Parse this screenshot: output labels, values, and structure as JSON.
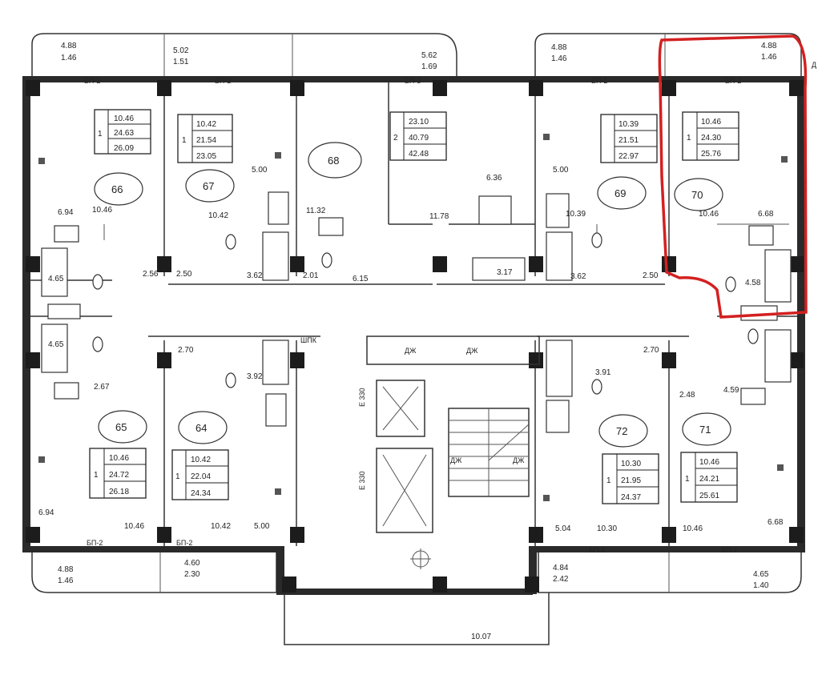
{
  "highlight_color": "#d42020",
  "balconies": {
    "top_left_a": {
      "top": "4.88",
      "bottom": "1.46"
    },
    "top_left_b": {
      "top": "5.02",
      "bottom": "1.51"
    },
    "top_mid": {
      "top": "5.62",
      "bottom": "1.69"
    },
    "top_right_a": {
      "top": "4.88",
      "bottom": "1.46"
    },
    "top_right_b": {
      "top": "4.88",
      "bottom": "1.46"
    },
    "bot_left_a": {
      "top": "4.88",
      "bottom": "1.46"
    },
    "bot_left_b": {
      "top": "4.60",
      "bottom": "2.30"
    },
    "bot_right_a": {
      "top": "4.84",
      "bottom": "2.42"
    },
    "bot_right_b": {
      "top": "4.65",
      "bottom": "1.40"
    }
  },
  "apartments": [
    {
      "number": "66",
      "rooms": "1",
      "kitchen": "10.46",
      "living": "24.63",
      "total": "26.09"
    },
    {
      "number": "67",
      "rooms": "1",
      "kitchen": "10.42",
      "living": "21.54",
      "total": "23.05"
    },
    {
      "number": "68",
      "rooms": "2",
      "kitchen": "23.10",
      "living": "40.79",
      "total": "42.48"
    },
    {
      "number": "69",
      "rooms": "",
      "kitchen": "10.39",
      "living": "21.51",
      "total": "22.97"
    },
    {
      "number": "70",
      "rooms": "1",
      "kitchen": "10.46",
      "living": "24.30",
      "total": "25.76"
    },
    {
      "number": "65",
      "rooms": "1",
      "kitchen": "10.46",
      "living": "24.72",
      "total": "26.18"
    },
    {
      "number": "64",
      "rooms": "1",
      "kitchen": "10.42",
      "living": "22.04",
      "total": "24.34"
    },
    {
      "number": "72",
      "rooms": "1",
      "kitchen": "10.30",
      "living": "21.95",
      "total": "24.37"
    },
    {
      "number": "71",
      "rooms": "1",
      "kitchen": "10.46",
      "living": "24.21",
      "total": "25.61"
    }
  ],
  "room_areas": {
    "a1": "6.94",
    "a2": "10.46",
    "a3": "10.42",
    "a4": "5.00",
    "a5": "11.32",
    "a6": "6.36",
    "a7": "11.78",
    "a8": "5.00",
    "a9": "10.39",
    "a10": "10.46",
    "a11": "6.68",
    "a12": "4.65",
    "a13": "2.56",
    "a14": "2.50",
    "a15": "3.62",
    "a16": "2.01",
    "a17": "6.15",
    "a18": "3.17",
    "a19": "3.62",
    "a20": "2.50",
    "a21": "4.58",
    "a22": "4.65",
    "a23": "2.70",
    "a24": "3.92",
    "a25": "2.67",
    "a26": "6.94",
    "a27": "10.46",
    "a28": "10.42",
    "a29": "5.00",
    "a30": "2.70",
    "a31": "3.91",
    "a32": "2.48",
    "a33": "4.59",
    "a34": "5.04",
    "a35": "10.30",
    "a36": "10.46",
    "a37": "6.68",
    "a38": "10.07"
  },
  "markings": {
    "bp": "БП-2",
    "bp3": "БП-3",
    "dzh": "ДЖ",
    "shpk": "ШПК",
    "el": "Е 330",
    "corner": "Д"
  }
}
